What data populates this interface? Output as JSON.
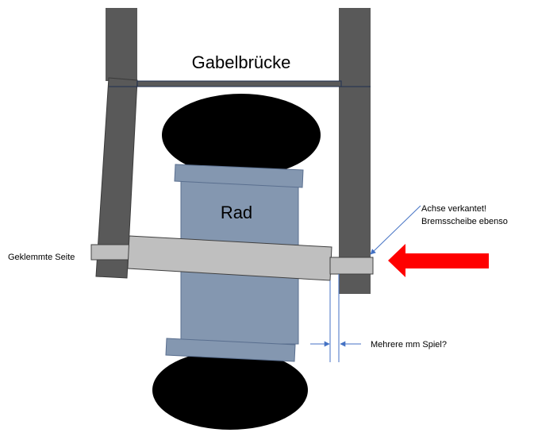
{
  "labels": {
    "bridge": "Gabelbrücke",
    "wheel": "Rad",
    "clamped_side": "Geklemmte Seite",
    "axle_note_line1": "Achse verkantet!",
    "axle_note_line2": "Bremsscheibe ebenso",
    "play_note": "Mehrere mm Spiel?"
  },
  "colors": {
    "fork_tube": "#595959",
    "tire": "#000000",
    "hub": "#8497b0",
    "axle": "#bfbfbf",
    "annotation": "#4472c4",
    "force_arrow": "#ff0000",
    "outline": "#404040"
  }
}
